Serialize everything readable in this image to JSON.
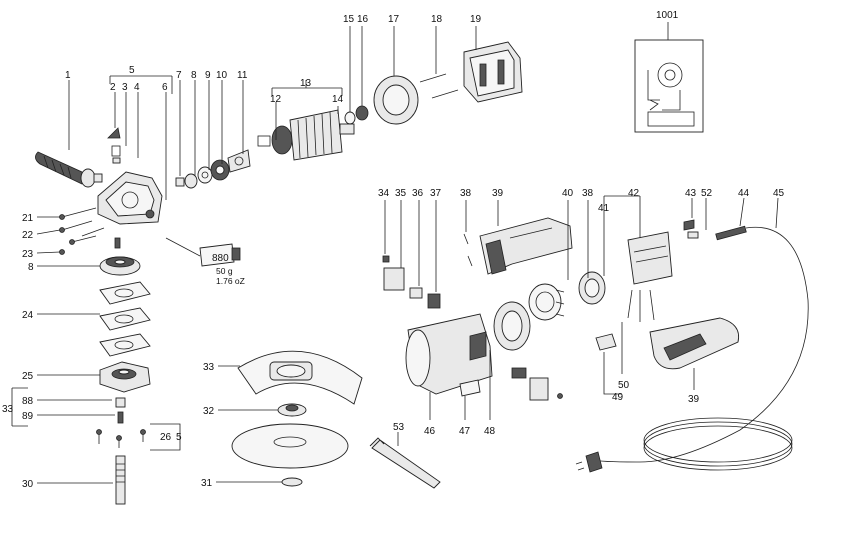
{
  "labels": {
    "l1": "1",
    "l2": "2",
    "l3": "3",
    "l4": "4",
    "l5": "5",
    "l6": "6",
    "l7": "7",
    "l8": "8",
    "l9": "9",
    "l10": "10",
    "l11": "11",
    "l12": "12",
    "l13": "13",
    "l14": "14",
    "l15": "15",
    "l16": "16",
    "l17": "17",
    "l18": "18",
    "l19": "19",
    "l1001": "1001",
    "l21": "21",
    "l22": "22",
    "l23": "23",
    "l8b": "8",
    "l24": "24",
    "l25": "25",
    "l33a": "33",
    "l88": "88",
    "l89": "89",
    "l26": "26",
    "l5b": "5",
    "l30": "30",
    "l33b": "33",
    "l32": "32",
    "l31": "31",
    "l53": "53",
    "l34": "34",
    "l35": "35",
    "l36": "36",
    "l37": "37",
    "l38": "38",
    "l39": "39",
    "l40": "40",
    "l38b": "38",
    "l41": "41",
    "l42": "42",
    "l43": "43",
    "l52": "52",
    "l44": "44",
    "l45": "45",
    "l46": "46",
    "l47": "47",
    "l48": "48",
    "l50": "50",
    "l49": "49",
    "l39b": "39"
  },
  "grease_tube": {
    "brand": "880",
    "weight_g": "50 g",
    "weight_oz": "1.76 oZ"
  }
}
